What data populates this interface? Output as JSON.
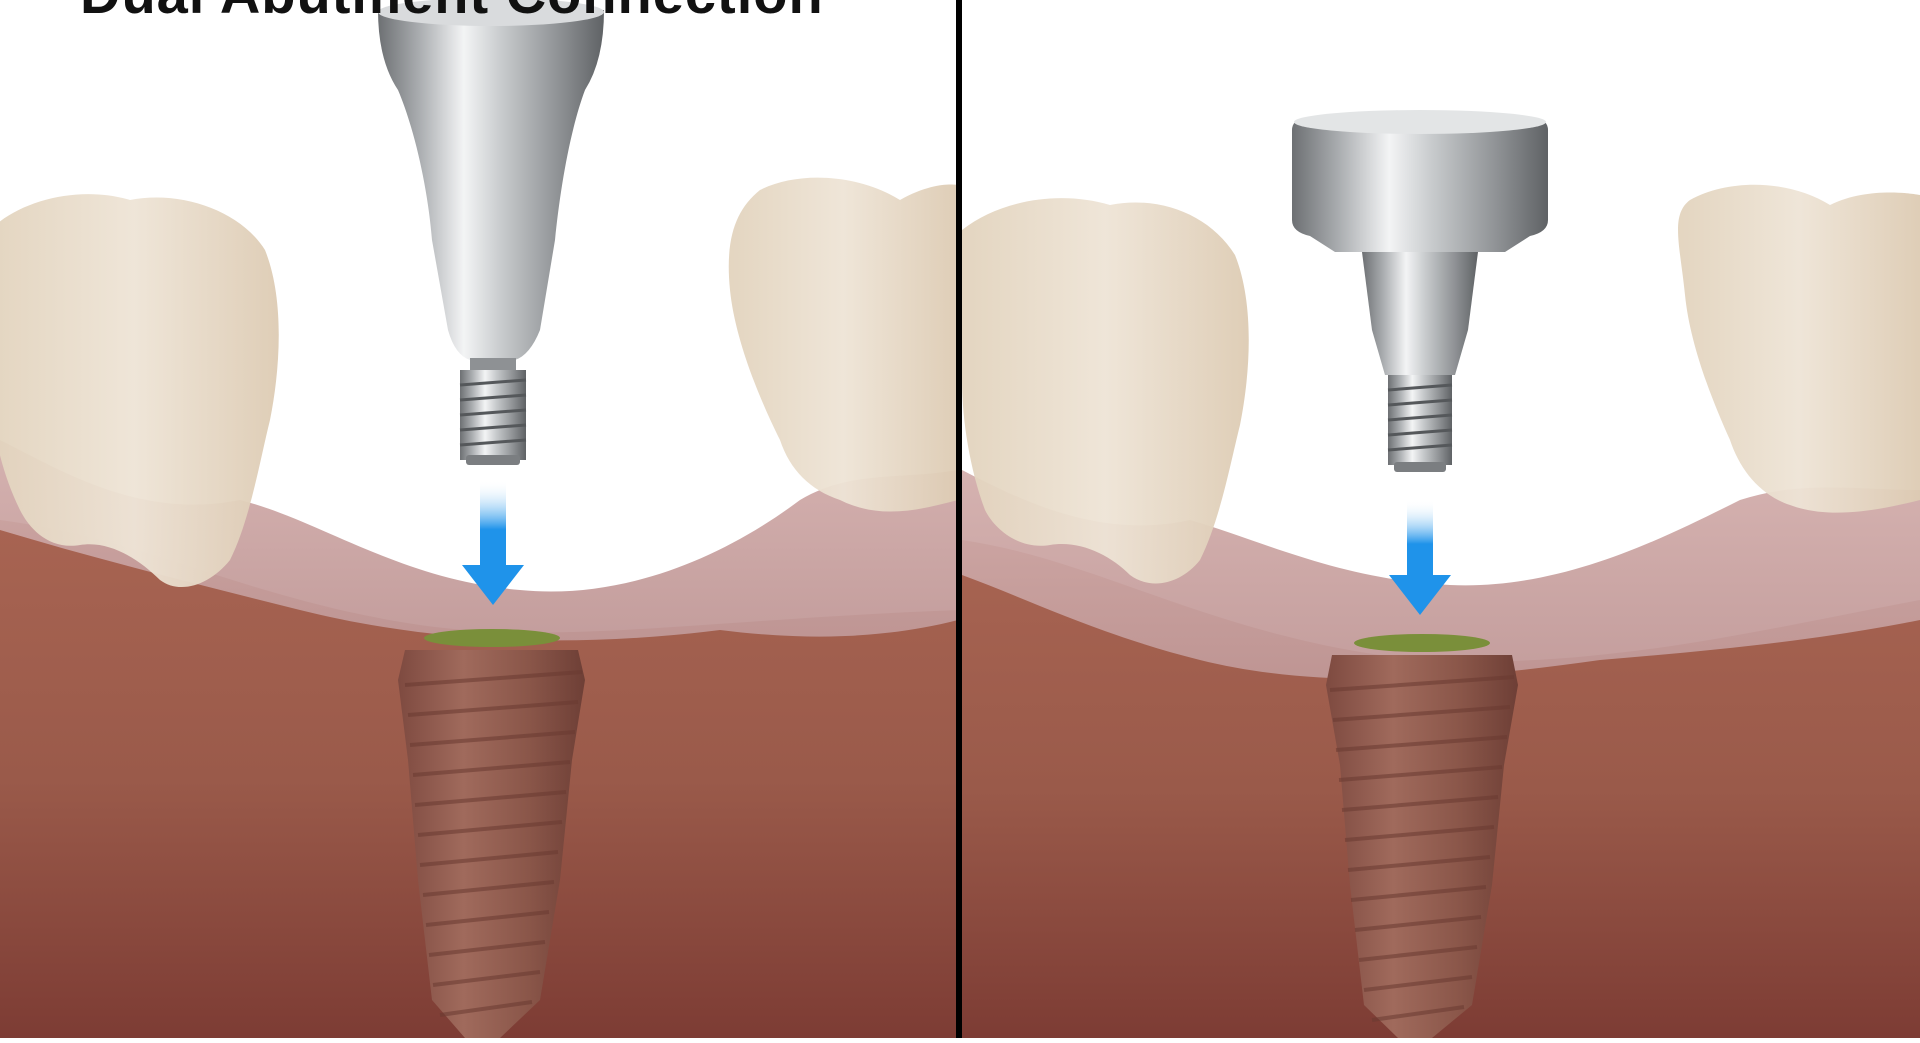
{
  "title": "Dual Abutment Connection",
  "panels": [
    {
      "id": "left",
      "component": "tapered-abutment",
      "action": "insert-into-implant"
    },
    {
      "id": "right",
      "component": "healing-cap-abutment",
      "action": "insert-into-implant"
    }
  ],
  "colors": {
    "background": "#ffffff",
    "bone": "#9a5a4a",
    "gum": "#c9a2a0",
    "tooth": "#eadfcf",
    "metal": "#b9bcbf",
    "implant": "#8e5a4e",
    "arrow": "#1f93ea",
    "implant_cap": "#7a8f3a",
    "divider": "#000000"
  }
}
